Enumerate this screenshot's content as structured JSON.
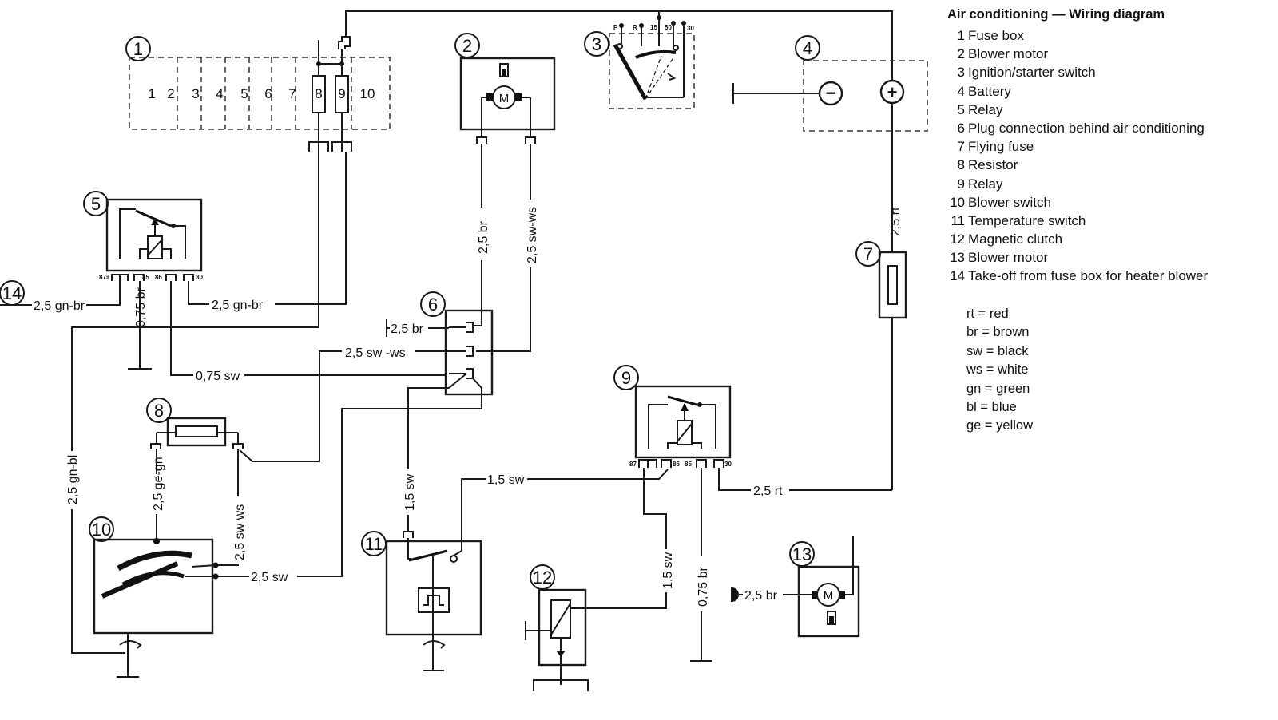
{
  "legend": {
    "title": "Air conditioning — Wiring diagram",
    "items": [
      {
        "n": "1",
        "label": "Fuse box"
      },
      {
        "n": "2",
        "label": "Blower motor"
      },
      {
        "n": "3",
        "label": "Ignition/starter switch"
      },
      {
        "n": "4",
        "label": "Battery"
      },
      {
        "n": "5",
        "label": "Relay"
      },
      {
        "n": "6",
        "label": "Plug connection behind air conditioning"
      },
      {
        "n": "7",
        "label": "Flying fuse"
      },
      {
        "n": "8",
        "label": "Resistor"
      },
      {
        "n": "9",
        "label": "Relay"
      },
      {
        "n": "10",
        "label": "Blower switch"
      },
      {
        "n": "11",
        "label": "Temperature switch"
      },
      {
        "n": "12",
        "label": "Magnetic clutch"
      },
      {
        "n": "13",
        "label": "Blower motor"
      },
      {
        "n": "14",
        "label": "Take-off from fuse box for heater blower"
      }
    ]
  },
  "color_codes": [
    "rt = red",
    "br = brown",
    "sw = black",
    "ws = white",
    "gn = green",
    "bl = blue",
    "ge = yellow"
  ],
  "components": {
    "c1": "1",
    "c2": "2",
    "c3": "3",
    "c4": "4",
    "c5": "5",
    "c6": "6",
    "c7": "7",
    "c8": "8",
    "c9": "9",
    "c10": "10",
    "c11": "11",
    "c12": "12",
    "c13": "13",
    "c14": "14"
  },
  "fuse_numbers": [
    "1",
    "2",
    "3",
    "4",
    "5",
    "6",
    "7",
    "8",
    "9",
    "10"
  ],
  "ignition_terminals": {
    "p": "P",
    "r": "R",
    "t15": "15",
    "t50": "50",
    "t30": "30"
  },
  "relay5_pins": {
    "p87a": "87a",
    "p85": "85",
    "p86": "86",
    "p30": "30"
  },
  "relay9_pins": {
    "p87": "87",
    "p86": "86",
    "p85": "85",
    "p30": "30"
  },
  "battery": {
    "neg": "−",
    "pos": "+"
  },
  "motor_symbol": "M",
  "wires": {
    "w14": "2,5 gn-br",
    "w5_30": "2,5 gn-br",
    "w5_85": "0,75 br",
    "w5_86": "0,75 sw",
    "w2_left": "2,5 br",
    "w2_right": "2,5 sw-ws",
    "w6_br": "2,5 br",
    "w6_swws": "2,5 sw -ws",
    "w_gnbl": "2,5 gn-bl",
    "w_gegn": "2,5 ge-gn",
    "w_swws": "2,5 sw ws",
    "w10_sw": "2,5 sw",
    "w11_sw": "1,5 sw",
    "w9_86": "1,5 sw",
    "w12_sw": "1,5 sw",
    "w9_85": "0,75 br",
    "w9_30": "2,5 rt",
    "w7_rt": "2,5 rt",
    "w13_br": "2,5 br"
  }
}
